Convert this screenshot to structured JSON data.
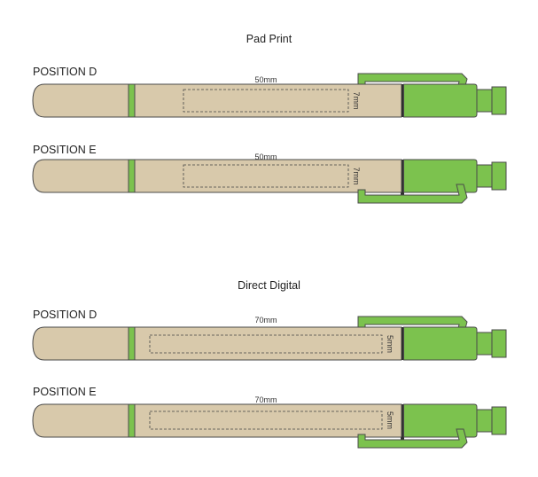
{
  "sections": [
    {
      "title": "Pad Print",
      "pens": [
        {
          "label": "POSITION D",
          "width_label": "50mm",
          "height_label": "7mm",
          "clip": "top"
        },
        {
          "label": "POSITION E",
          "width_label": "50mm",
          "height_label": "7mm",
          "clip": "bottom"
        }
      ]
    },
    {
      "title": "Direct Digital",
      "pens": [
        {
          "label": "POSITION D",
          "width_label": "70mm",
          "height_label": "5mm",
          "clip": "top"
        },
        {
          "label": "POSITION E",
          "width_label": "70mm",
          "height_label": "5mm",
          "clip": "bottom"
        }
      ]
    }
  ],
  "colors": {
    "barrel": "#d8c9ab",
    "barrel_stroke": "#4a4a4a",
    "green": "#7cc24e",
    "green_dark": "#2e2e2e"
  }
}
